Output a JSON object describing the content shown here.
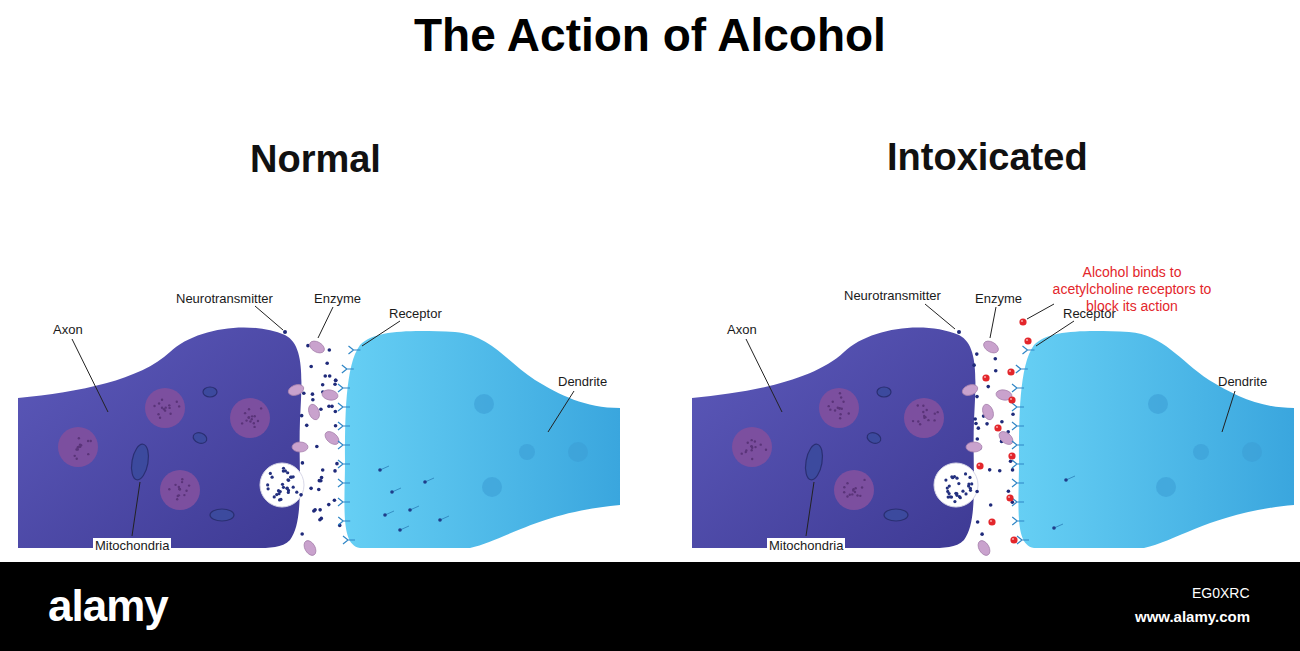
{
  "diagram": {
    "title": "The Action of Alcohol",
    "labels": [
      "Normal",
      "Neurotransmitter",
      "Enzyme",
      "Receptor",
      "Axon",
      "Dendrite",
      "Mitochondria",
      "Intoxicated",
      "Alcohol binds to acetylcholine receptors to block its action",
      "Neurotransmitter",
      "Enzyme",
      "Receptor",
      "Axon",
      "Dendrite",
      "Mitochondria",
      "alamy",
      "EG0XRC",
      "www.alamy.com"
    ]
  }
}
